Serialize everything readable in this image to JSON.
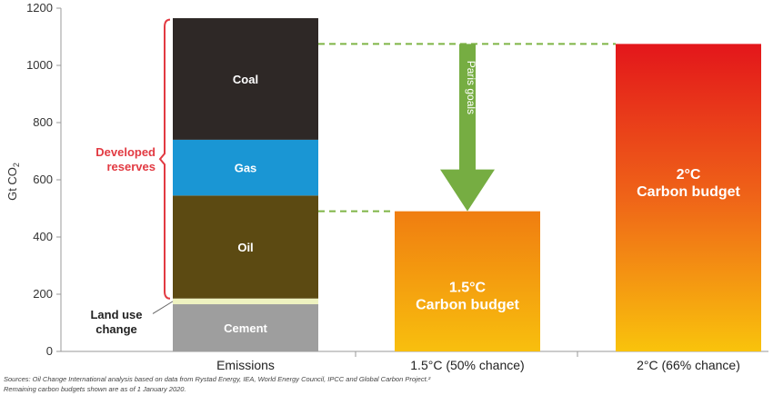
{
  "chart_data": {
    "type": "bar",
    "ylabel": "Gt CO",
    "ylabel_sub": "2",
    "ylim": [
      0,
      1200
    ],
    "yticks": [
      0,
      200,
      400,
      600,
      800,
      1000,
      1200
    ],
    "grid": false,
    "categories": [
      "Emissions",
      "1.5°C (50% chance)",
      "2°C (66% chance)"
    ],
    "stack": [
      {
        "name": "Cement",
        "start": 0,
        "end": 165,
        "color": "#9e9e9e",
        "label": "Cement"
      },
      {
        "name": "Land use change",
        "start": 165,
        "end": 185,
        "color": "#eef2c0",
        "label": ""
      },
      {
        "name": "Oil",
        "start": 185,
        "end": 545,
        "color": "#5c4a12",
        "label": "Oil"
      },
      {
        "name": "Gas",
        "start": 545,
        "end": 740,
        "color": "#1a96d4",
        "label": "Gas"
      },
      {
        "name": "Coal",
        "start": 740,
        "end": 1165,
        "color": "#2e2826",
        "label": "Coal"
      }
    ],
    "budgets": [
      {
        "category": "1.5°C (50% chance)",
        "value": 490,
        "label_line1": "1.5°C",
        "label_line2": "Carbon budget"
      },
      {
        "category": "2°C (66% chance)",
        "value": 1075,
        "label_line1": "2°C",
        "label_line2": "Carbon budget"
      }
    ],
    "annotations": {
      "developed_reserves": [
        "Developed",
        "reserves"
      ],
      "land_use": [
        "Land use",
        "change"
      ],
      "arrow": "Paris goals"
    }
  },
  "sources": {
    "line1": "Sources: Oil Change International analysis based on data from Rystad Energy, IEA, World Energy Council, IPCC and Global Carbon Project.²",
    "line2": "Remaining carbon budgets shown are as of 1 January 2020."
  }
}
